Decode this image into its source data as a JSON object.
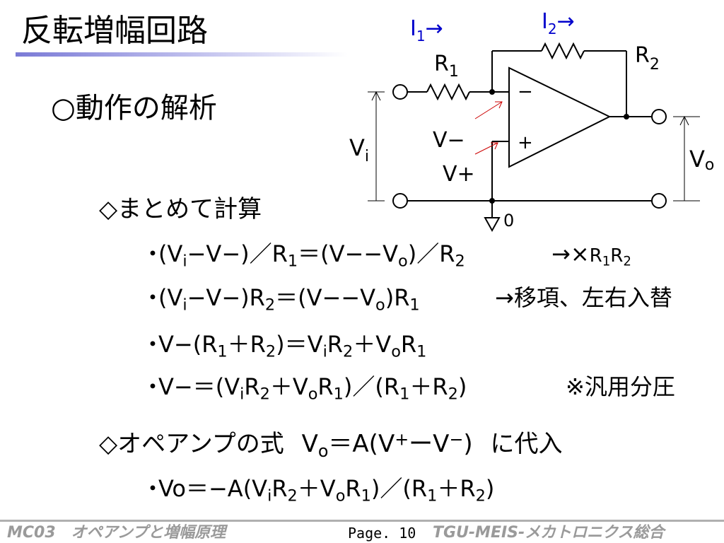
{
  "title": "反転増幅回路",
  "heading": "○動作の解析",
  "circuit": {
    "i1": "I",
    "i1_sub": "1",
    "i1_arrow": "→",
    "i2": "I",
    "i2_sub": "2",
    "i2_arrow": "→",
    "r1": "R",
    "r1_sub": "1",
    "r2": "R",
    "r2_sub": "2",
    "vi": "V",
    "vi_sub": "i",
    "vo": "V",
    "vo_sub": "o",
    "vminus": "V−",
    "vplus": "V+",
    "ground": "0",
    "minus_sign": "−",
    "plus_sign": "+",
    "colors": {
      "current": "#0000cc",
      "pointer": "#cc0000",
      "wire": "#000000"
    }
  },
  "section1": {
    "header": "◇まとめて計算",
    "bullet": "・",
    "lines": [
      {
        "eq": "(V_i−V−)／R_1＝(V−−V_o)／R_2",
        "note": "→×R₁R₂"
      },
      {
        "eq": "(V_i−V−)R_2＝(V−−V_o)R_1",
        "note": "→移項、左右入替"
      },
      {
        "eq": "V−(R_1＋R_2)＝V_iR_2＋V_oR_1",
        "note": ""
      },
      {
        "eq": "V−＝(V_iR_2＋V_oR_1)／(R_1＋R_2)",
        "note": "※汎用分圧"
      }
    ]
  },
  "section2": {
    "header_prefix": "◇オペアンプの式",
    "header_formula": "V_o＝A(V^+ーV^−)",
    "header_suffix": "に代入",
    "lines": [
      {
        "eq": "Vo＝−A(V_iR_2＋V_oR_1)／(R_1＋R_2)"
      }
    ]
  },
  "footer": {
    "left": "MC03　オペアンプと増幅原理",
    "page": "Page. 10",
    "right": "TGU-MEIS-メカトロニクス総合"
  }
}
